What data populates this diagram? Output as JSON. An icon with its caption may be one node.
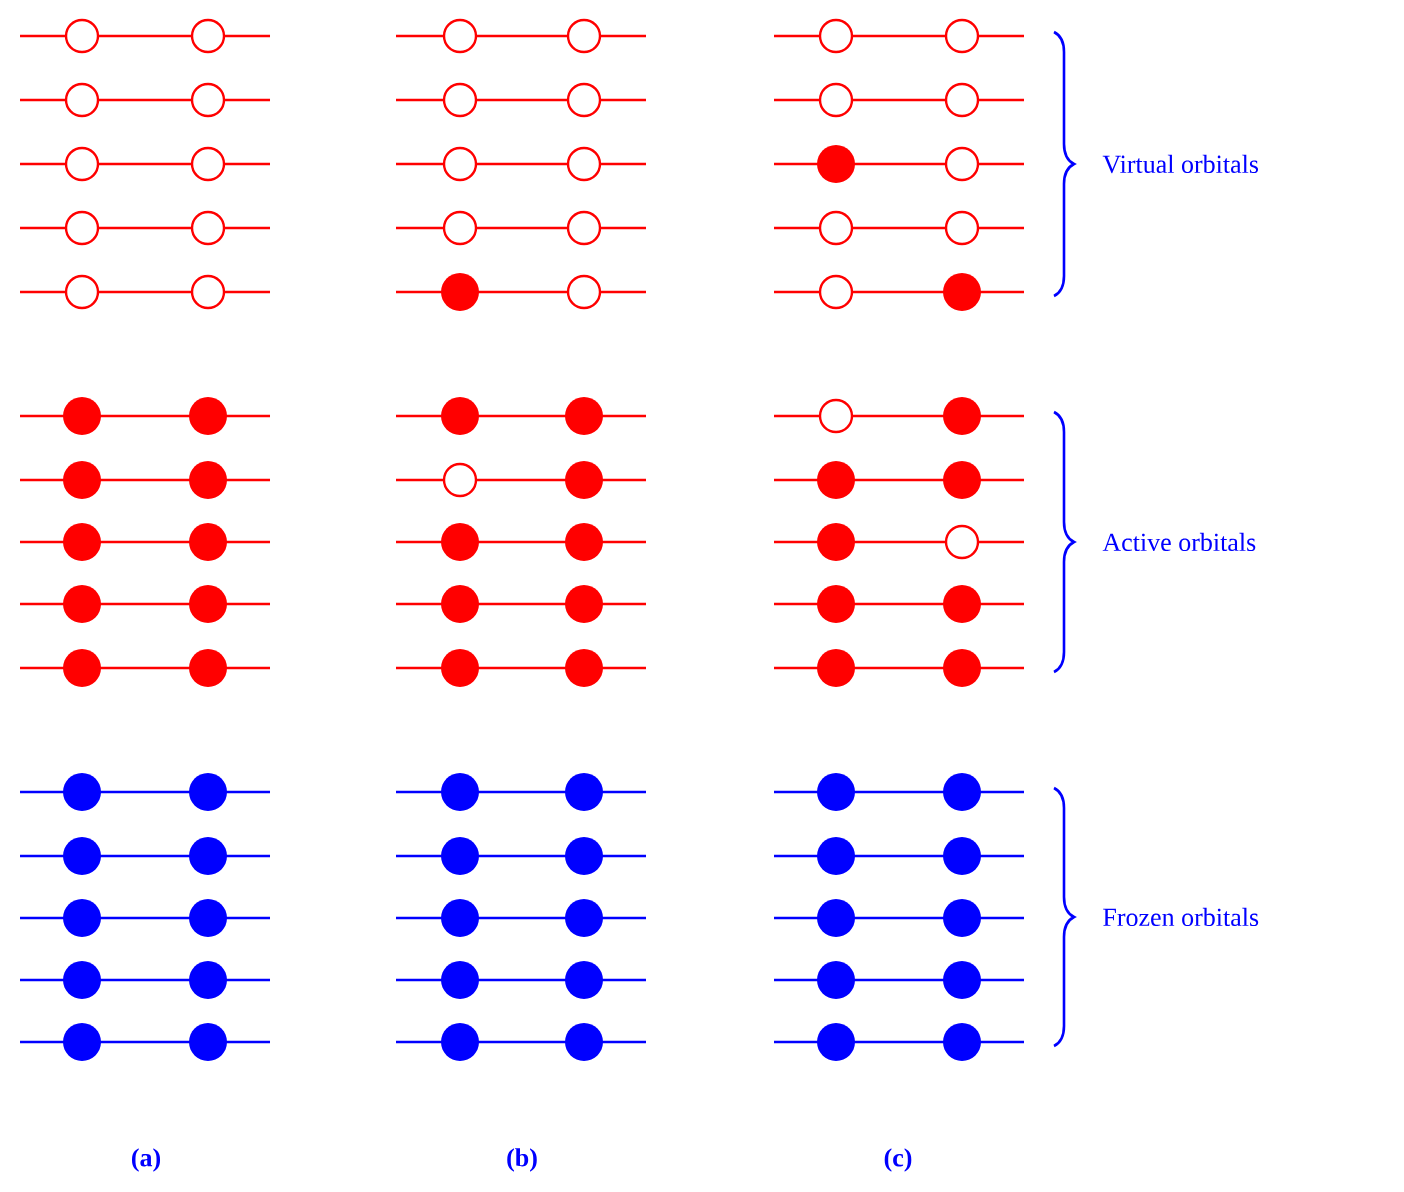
{
  "diagram": {
    "labels": [
      "Virtual orbitals",
      "Active orbitals",
      "Frozen orbitals",
      "(a)",
      "(b)",
      "(c)"
    ]
  }
}
